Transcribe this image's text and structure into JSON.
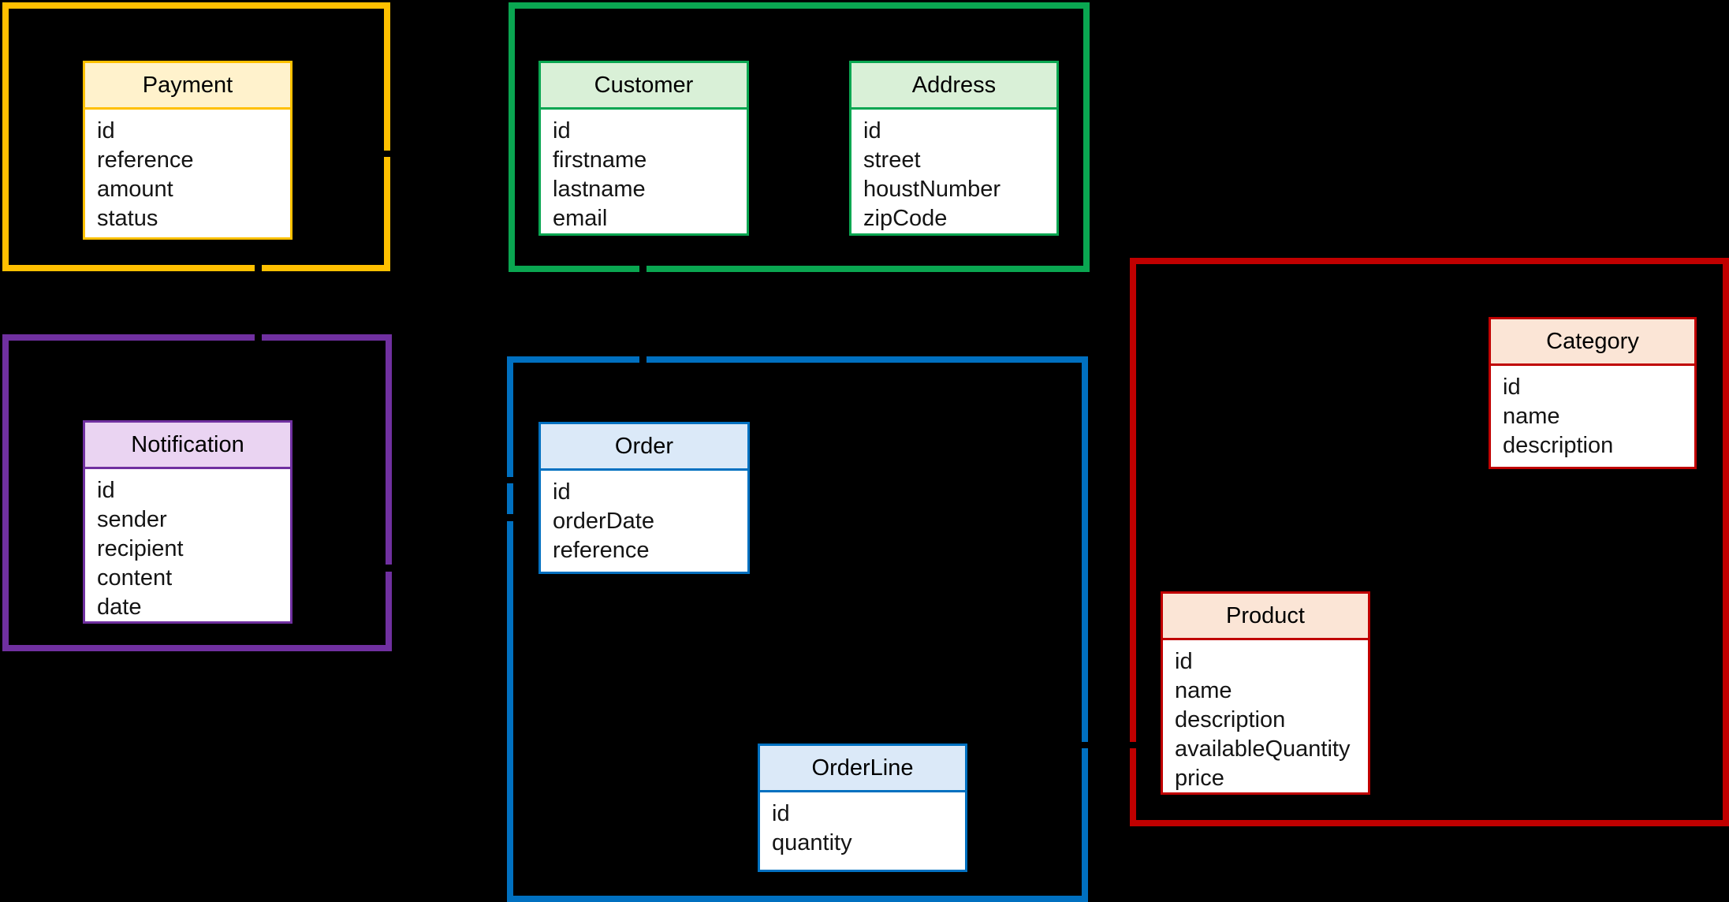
{
  "diagram": {
    "background_color": "#000000",
    "groups": [
      {
        "name": "payment-group",
        "border_color": "#FFC000",
        "header_fill": "#FFF2CC",
        "entities": [
          {
            "title": "Payment",
            "attributes": [
              "id",
              "reference",
              "amount",
              "status"
            ]
          }
        ]
      },
      {
        "name": "customer-group",
        "border_color": "#0AA651",
        "header_fill": "#D9F0D7",
        "entities": [
          {
            "title": "Customer",
            "attributes": [
              "id",
              "firstname",
              "lastname",
              "email"
            ]
          },
          {
            "title": "Address",
            "attributes": [
              "id",
              "street",
              "houstNumber",
              "zipCode"
            ]
          }
        ]
      },
      {
        "name": "notification-group",
        "border_color": "#7030A0",
        "header_fill": "#EAD4F2",
        "entities": [
          {
            "title": "Notification",
            "attributes": [
              "id",
              "sender",
              "recipient",
              "content",
              "date"
            ]
          }
        ]
      },
      {
        "name": "order-group",
        "border_color": "#0070C0",
        "header_fill": "#DBE9F8",
        "entities": [
          {
            "title": "Order",
            "attributes": [
              "id",
              "orderDate",
              "reference"
            ]
          },
          {
            "title": "OrderLine",
            "attributes": [
              "id",
              "quantity"
            ]
          }
        ]
      },
      {
        "name": "product-group",
        "border_color": "#C00000",
        "header_fill": "#FBE5D6",
        "entities": [
          {
            "title": "Category",
            "attributes": [
              "id",
              "name",
              "description"
            ]
          },
          {
            "title": "Product",
            "attributes": [
              "id",
              "name",
              "description",
              "availableQuantity",
              "price"
            ]
          }
        ]
      }
    ]
  }
}
